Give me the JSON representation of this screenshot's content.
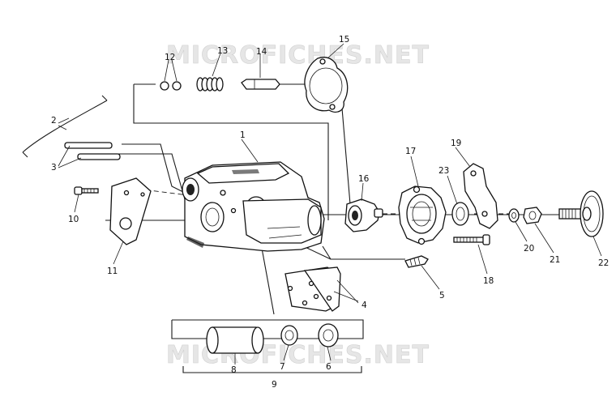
{
  "watermarks": [
    "MICROFICHES.NET",
    "MICROFICHES.NET"
  ],
  "callouts": {
    "c1": "1",
    "c2": "2",
    "c3": "3",
    "c4": "4",
    "c5": "5",
    "c6": "6",
    "c7": "7",
    "c8": "8",
    "c9": "9",
    "c10": "10",
    "c11": "11",
    "c12": "12",
    "c13": "13",
    "c14": "14",
    "c15": "15",
    "c16": "16",
    "c17": "17",
    "c18": "18",
    "c19": "19",
    "c20": "20",
    "c21": "21",
    "c22": "22",
    "c23": "23"
  }
}
